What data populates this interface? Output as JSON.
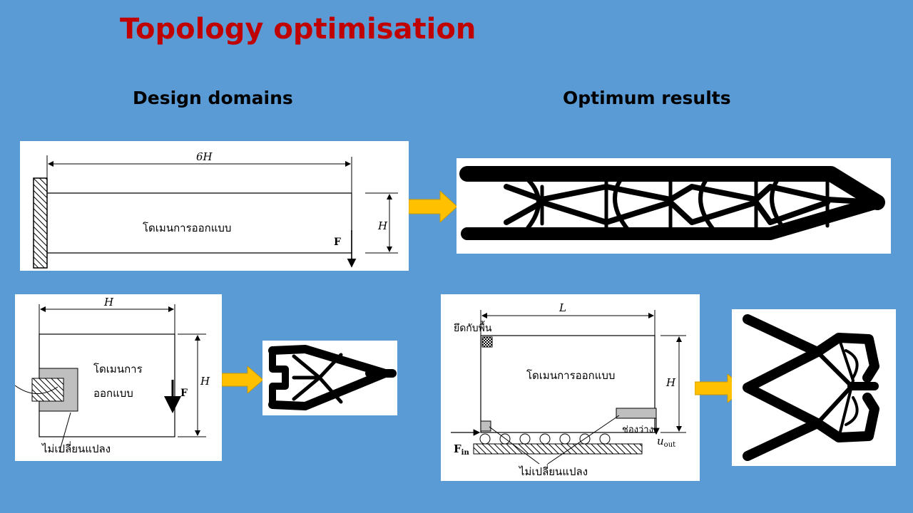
{
  "slide": {
    "title": "Topology optimisation",
    "heading_left": "Design domains",
    "heading_right": "Optimum results"
  },
  "colors": {
    "background": "#5b9bd5",
    "title": "#c00000",
    "arrow": "#ffc000"
  },
  "diagram1": {
    "length_label": "6H",
    "height_label": "H",
    "domain_label": "โดเมนการออกแบบ",
    "force_label": "F"
  },
  "diagram2": {
    "width_label": "H",
    "height_label": "H",
    "domain_label_line1": "โดเมนการ",
    "domain_label_line2": "ออกแบบ",
    "force_label": "F",
    "fixed_label": "ไม่เปลี่ยนแปลง"
  },
  "diagram3": {
    "length_label": "L",
    "height_label": "H",
    "support_label": "ยึดกับพื้น",
    "domain_label": "โดเมนการออกแบบ",
    "gap_label": "ช่องว่าง",
    "input_force_label": "F",
    "input_force_sub": "in",
    "output_label": "u",
    "output_sub": "out",
    "fixed_label": "ไม่เปลี่ยนแปลง"
  }
}
